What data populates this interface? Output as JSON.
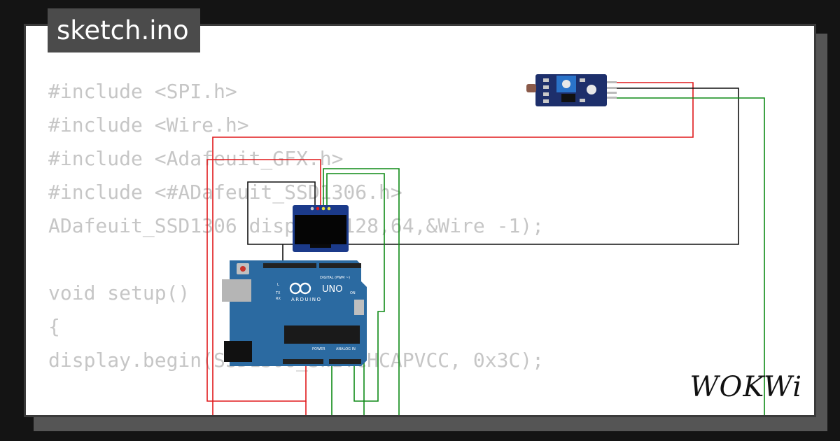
{
  "tab": {
    "filename": "sketch.ino"
  },
  "code": {
    "lines": [
      "#include <SPI.h>",
      "#include <Wire.h>",
      "#include <Adafeuit_GFX.h>",
      "#include <#ADafeuit_SSD1306.h>",
      "ADafeuit_SSD1306 display(128,64,&Wire -1);",
      "",
      "void setup()",
      "{",
      "display.begin(SSD1306_SWITCHCAPVCC, 0x3C);",
      "",
      "{"
    ]
  },
  "board": {
    "brand": "ARDUINO",
    "model": "UNO",
    "digital_label": "DIGITAL (PWM ~)",
    "power_label": "POWER",
    "analog_label": "ANALOG IN",
    "tx": "TX",
    "rx": "RX",
    "l": "L",
    "on": "ON"
  },
  "logo": {
    "text": "WOKWi"
  },
  "colors": {
    "wire_red": "#e0191c",
    "wire_green": "#0e8a16",
    "wire_black": "#111111",
    "arduino_blue": "#2b6aa1",
    "oled_blue": "#1b3a8a"
  }
}
